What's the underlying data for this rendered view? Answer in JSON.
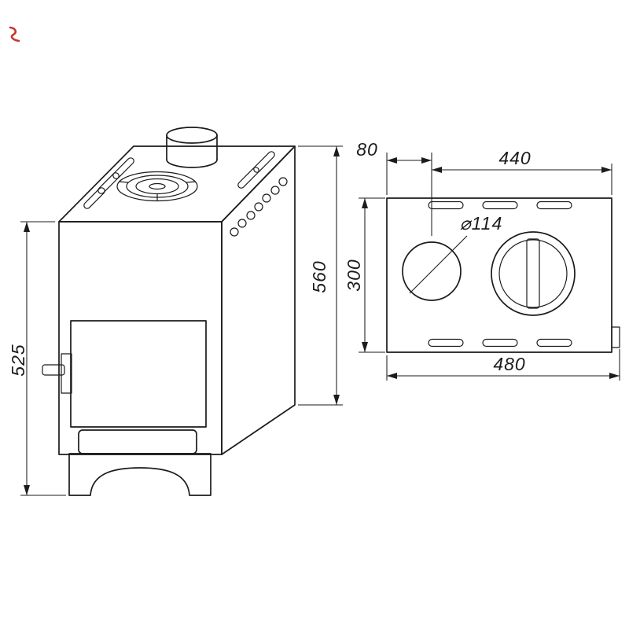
{
  "drawing": {
    "line_color": "#1b1b1b",
    "watermark_color": "#c4372b",
    "dims": {
      "front_height": "525",
      "back_height": "560",
      "flue_offset": "80",
      "top_width": "440",
      "top_depth": "300",
      "overall_width": "480",
      "flue_diameter": "⌀114"
    }
  }
}
